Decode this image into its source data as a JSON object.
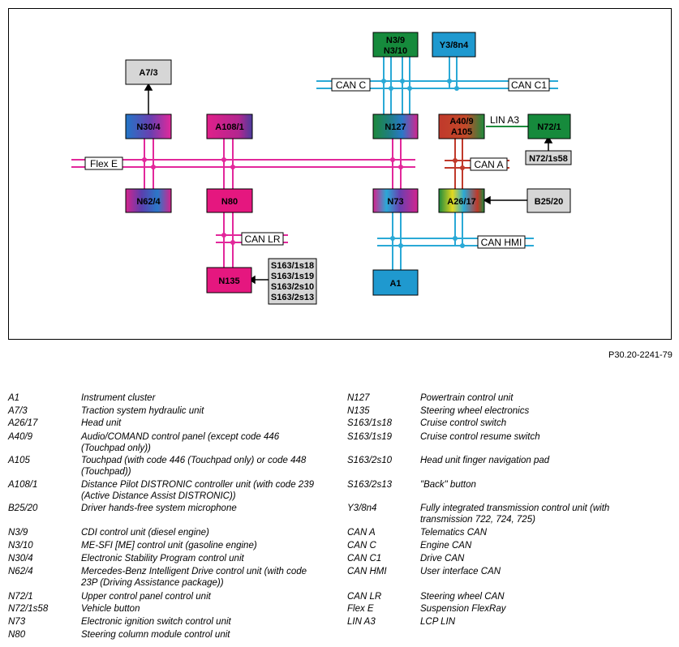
{
  "diagram": {
    "modules": {
      "a7_3": "A7/3",
      "n30_4": "N30/4",
      "a108_1": "A108/1",
      "n3_9": "N3/9",
      "n3_10": "N3/10",
      "y3_8n4": "Y3/8n4",
      "n127": "N127",
      "a40_9": "A40/9",
      "a105": "A105",
      "n72_1": "N72/1",
      "n72_1s58": "N72/1s58",
      "n62_4": "N62/4",
      "n80": "N80",
      "n73": "N73",
      "a26_17": "A26/17",
      "b25_20": "B25/20",
      "n135": "N135",
      "a1": "A1",
      "switches": [
        "S163/1s18",
        "S163/1s19",
        "S163/2s10",
        "S163/2s13"
      ]
    },
    "buses": {
      "can_c": "CAN C",
      "can_c1": "CAN C1",
      "lin_a3": "LIN A3",
      "flex_e": "Flex E",
      "can_a": "CAN A",
      "can_lr": "CAN LR",
      "can_hmi": "CAN HMI"
    },
    "colors": {
      "flexray": "#e2289b",
      "can_blue": "#2aa9d6",
      "can_a_red": "#c0392b",
      "lin_green": "#1d8a3c",
      "n80_fill": "#e5177f",
      "a1_fill": "#1f99cf",
      "green_fill": "#168a3c",
      "gray_fill": "#d6d6d6"
    }
  },
  "reference": "P30.20-2241-79",
  "legend": {
    "left": [
      {
        "code": "A1",
        "desc": "Instrument cluster"
      },
      {
        "code": "A7/3",
        "desc": "Traction system hydraulic unit"
      },
      {
        "code": "A26/17",
        "desc": "Head unit"
      },
      {
        "code": "A40/9",
        "desc": "Audio/COMAND control panel (except code 446 (Touchpad only))"
      },
      {
        "code": "A105",
        "desc": "Touchpad (with code 446 (Touchpad only) or code 448 (Touchpad))"
      },
      {
        "code": "A108/1",
        "desc": "Distance Pilot DISTRONIC controller unit (with code 239 (Active Distance Assist DISTRONIC))"
      },
      {
        "code": "B25/20",
        "desc": "Driver hands-free system microphone"
      },
      {
        "code": "N3/9",
        "desc": "CDI control unit (diesel engine)"
      },
      {
        "code": "N3/10",
        "desc": "ME-SFI [ME] control unit (gasoline engine)"
      },
      {
        "code": "N30/4",
        "desc": "Electronic Stability Program control unit"
      },
      {
        "code": "N62/4",
        "desc": "Mercedes-Benz Intelligent Drive control unit (with code 23P (Driving Assistance package))"
      },
      {
        "code": "N72/1",
        "desc": "Upper control panel control unit"
      },
      {
        "code": "N72/1s58",
        "desc": "Vehicle button"
      },
      {
        "code": "N73",
        "desc": "Electronic ignition switch control unit"
      },
      {
        "code": "N80",
        "desc": "Steering column module control unit"
      }
    ],
    "right": [
      {
        "code": "N127",
        "desc": "Powertrain control unit"
      },
      {
        "code": "N135",
        "desc": "Steering wheel electronics"
      },
      {
        "code": "S163/1s18",
        "desc": "Cruise control switch"
      },
      {
        "code": "S163/1s19",
        "desc": "Cruise control resume switch"
      },
      {
        "code": "S163/2s10",
        "desc": "Head unit finger navigation pad"
      },
      {
        "code": "S163/2s13",
        "desc": "\"Back\" button"
      },
      {
        "code": "Y3/8n4",
        "desc": "Fully integrated transmission control unit (with transmission 722, 724, 725)"
      },
      {
        "code": "CAN A",
        "desc": "Telematics CAN"
      },
      {
        "code": "CAN C",
        "desc": "Engine CAN"
      },
      {
        "code": "CAN C1",
        "desc": "Drive CAN"
      },
      {
        "code": "CAN HMI",
        "desc": "User interface CAN"
      },
      {
        "code": "CAN LR",
        "desc": "Steering wheel CAN"
      },
      {
        "code": "Flex E",
        "desc": "Suspension FlexRay"
      },
      {
        "code": "LIN A3",
        "desc": "LCP LIN"
      }
    ]
  }
}
